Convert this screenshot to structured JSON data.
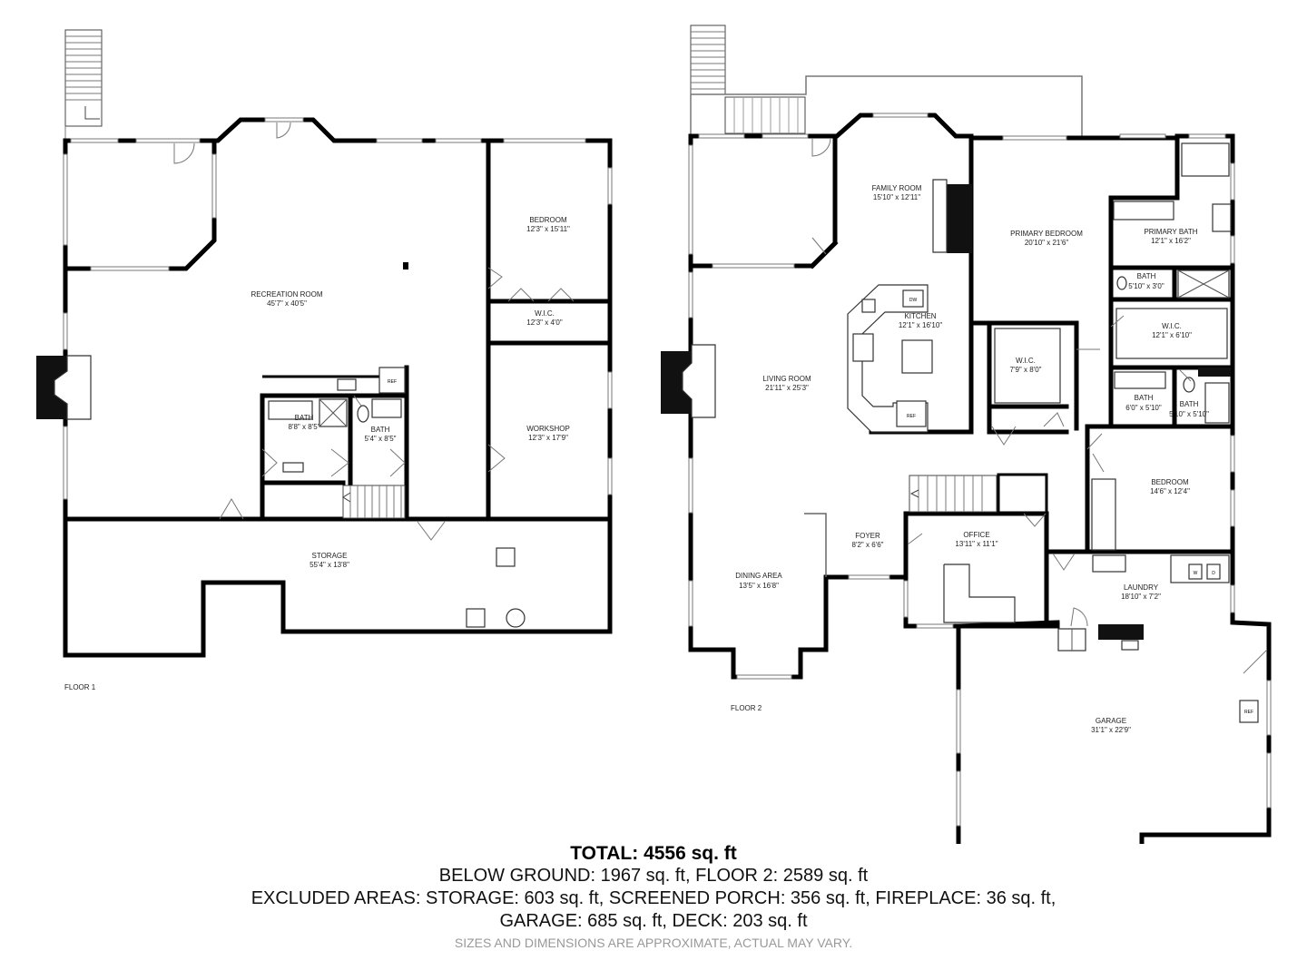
{
  "floor1": {
    "label": "FLOOR 1",
    "rooms": [
      {
        "name": "RECREATION ROOM",
        "dims": "45'7\" x 40'5\""
      },
      {
        "name": "BEDROOM",
        "dims": "12'3\" x 15'11\""
      },
      {
        "name": "W.I.C.",
        "dims": "12'3\" x 4'0\""
      },
      {
        "name": "WORKSHOP",
        "dims": "12'3\" x 17'9\""
      },
      {
        "name": "BATH",
        "dims": "8'8\" x 8'5\""
      },
      {
        "name": "BATH",
        "dims": "5'4\" x 8'5\""
      },
      {
        "name": "STORAGE",
        "dims": "55'4\" x 13'8\""
      }
    ],
    "fixtures": {
      "ref": "REF"
    }
  },
  "floor2": {
    "label": "FLOOR 2",
    "rooms": [
      {
        "name": "FAMILY ROOM",
        "dims": "15'10\" x 12'11\""
      },
      {
        "name": "PRIMARY BEDROOM",
        "dims": "20'10\" x 21'6\""
      },
      {
        "name": "PRIMARY BATH",
        "dims": "12'1\" x 16'2\""
      },
      {
        "name": "BATH",
        "dims": "5'10\" x 3'0\""
      },
      {
        "name": "KITCHEN",
        "dims": "12'1\" x 16'10\""
      },
      {
        "name": "W.I.C.",
        "dims": "12'1\" x 6'10\""
      },
      {
        "name": "W.I.C.",
        "dims": "7'9\" x 8'0\""
      },
      {
        "name": "LIVING ROOM",
        "dims": "21'11\" x 25'3\""
      },
      {
        "name": "BATH",
        "dims": "6'0\" x 5'10\""
      },
      {
        "name": "BATH",
        "dims": "5'10\" x 5'10\""
      },
      {
        "name": "BEDROOM",
        "dims": "14'6\" x 12'4\""
      },
      {
        "name": "FOYER",
        "dims": "8'2\" x 6'6\""
      },
      {
        "name": "OFFICE",
        "dims": "13'11\" x 11'1\""
      },
      {
        "name": "DINING AREA",
        "dims": "13'5\" x 16'8\""
      },
      {
        "name": "LAUNDRY",
        "dims": "18'10\" x 7'2\""
      },
      {
        "name": "GARAGE",
        "dims": "31'1\" x 22'9\""
      }
    ],
    "fixtures": {
      "dw": "DW",
      "ref": "REF",
      "ref2": "REF",
      "washer": "W",
      "dryer": "D"
    }
  },
  "summary": {
    "total": "TOTAL: 4556 sq. ft",
    "line1": "BELOW GROUND: 1967 sq. ft, FLOOR 2: 2589 sq. ft",
    "line2": "EXCLUDED AREAS: STORAGE: 603 sq. ft, SCREENED PORCH: 356 sq. ft, FIREPLACE: 36 sq. ft,",
    "line3": "GARAGE: 685 sq. ft, DECK: 203 sq. ft",
    "disclaimer": "SIZES AND DIMENSIONS ARE APPROXIMATE, ACTUAL MAY VARY."
  }
}
